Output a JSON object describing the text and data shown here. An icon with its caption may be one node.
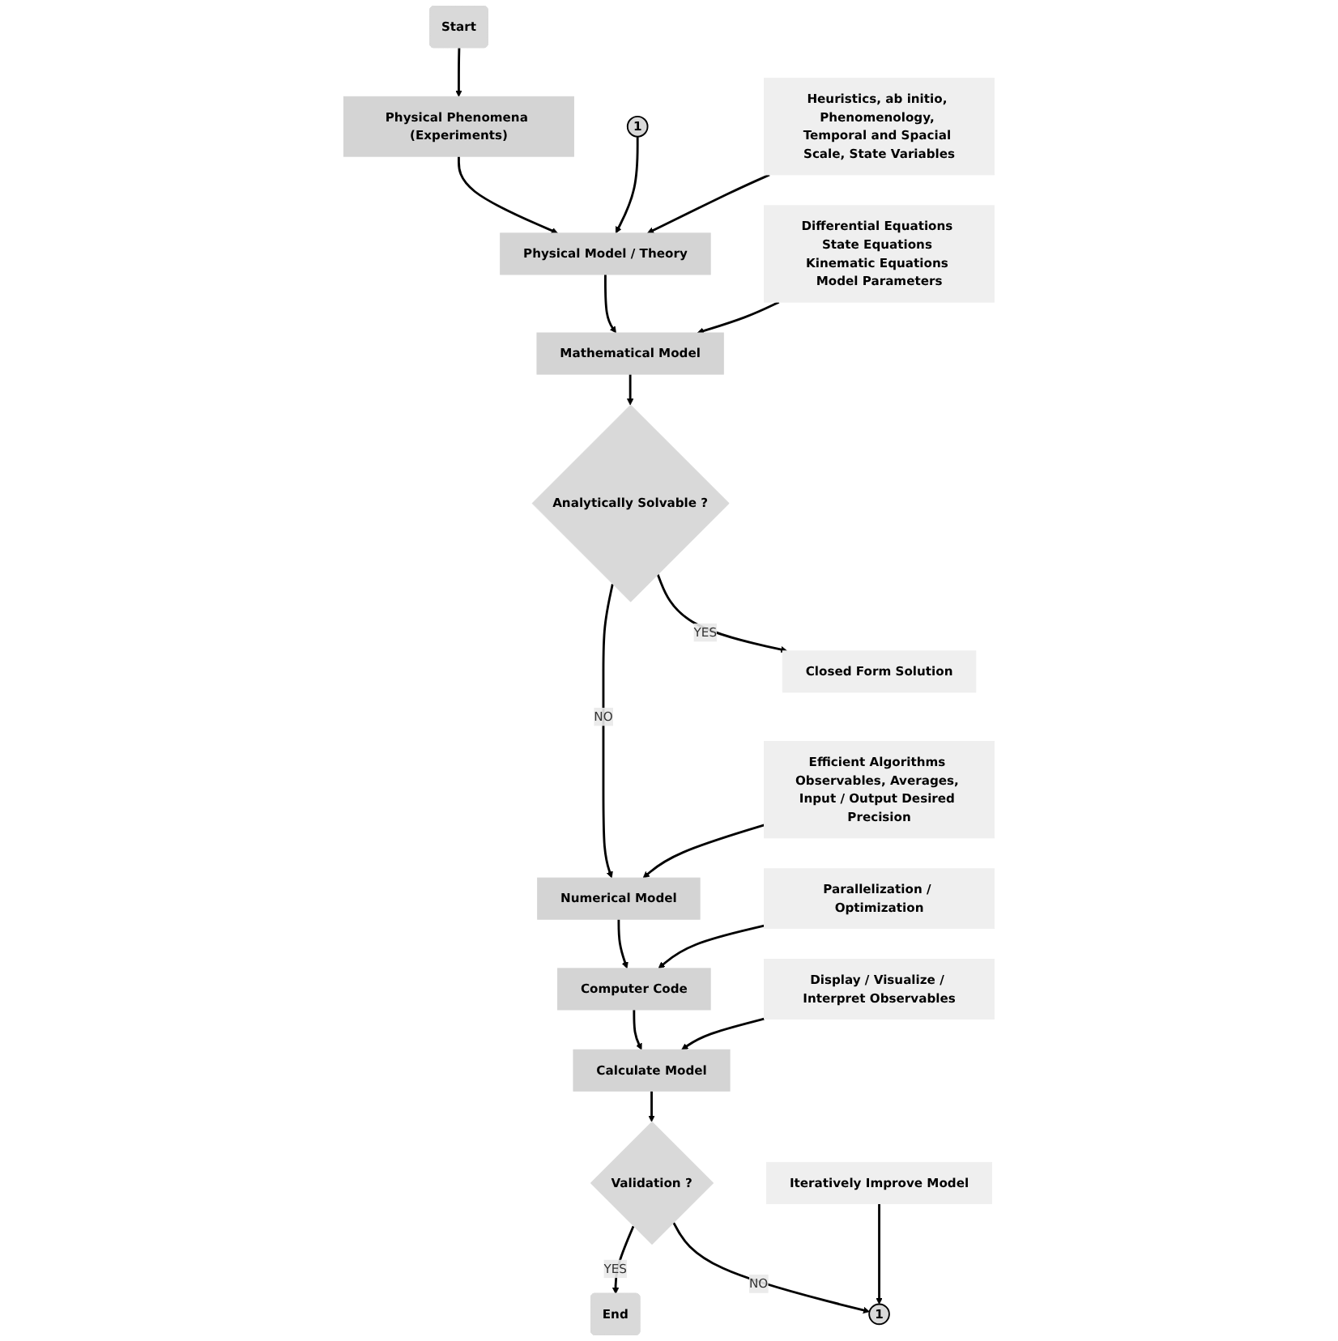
{
  "diagram": {
    "nodes": [
      {
        "text": [
          "Start"
        ]
      },
      {
        "text": [
          "Physical Phenomena (Experiments)"
        ]
      },
      {
        "text": [
          "1"
        ]
      },
      {
        "text": [
          "Physical Model / Theory"
        ]
      },
      {
        "text": [
          "Heuristics, ab initio, Phenomenology, Temporal and Spacial Scale, State Variables"
        ]
      },
      {
        "text": [
          "Mathematical Model"
        ]
      },
      {
        "text": [
          "Differential Equations State Equations Kinematic Equations Model Parameters"
        ]
      },
      {
        "text": [
          "Analytically Solvable ?"
        ]
      },
      {
        "text": [
          "Closed Form Solution"
        ]
      },
      {
        "text": [
          "Numerical Model"
        ]
      },
      {
        "text": [
          "Efficient Algorithms Observables, Averages, Input / Output Desired Precision"
        ]
      },
      {
        "text": [
          "Computer Code"
        ]
      },
      {
        "text": [
          "Parallelization / Optimization"
        ]
      },
      {
        "text": [
          "Calculate Model"
        ]
      },
      {
        "text": [
          "Display / Visualize / Interpret Observables"
        ]
      },
      {
        "text": [
          "Validation ?"
        ]
      },
      {
        "text": [
          "End"
        ]
      },
      {
        "text": [
          "1"
        ]
      },
      {
        "text": [
          "Iteratively Improve Model"
        ]
      }
    ],
    "edges": [
      {
        "from": 0,
        "to": 1,
        "arrow": "to"
      },
      {
        "from": 1,
        "to": 3,
        "arrow": "to"
      },
      {
        "from": 2,
        "to": 3,
        "arrow": "to"
      },
      {
        "from": 4,
        "to": 3,
        "arrow": "to"
      },
      {
        "from": 3,
        "to": 5,
        "arrow": "to"
      },
      {
        "from": 6,
        "to": 5,
        "arrow": "to"
      },
      {
        "from": 5,
        "to": 7,
        "arrow": "to"
      },
      {
        "from": 7,
        "to": 8,
        "arrow": "to",
        "label": "YES"
      },
      {
        "from": 7,
        "to": 9,
        "arrow": "to",
        "label": "NO"
      },
      {
        "from": 10,
        "to": 9,
        "arrow": "to"
      },
      {
        "from": 9,
        "to": 11,
        "arrow": "to"
      },
      {
        "from": 12,
        "to": 11,
        "arrow": "to"
      },
      {
        "from": 11,
        "to": 13,
        "arrow": "to"
      },
      {
        "from": 14,
        "to": 13,
        "arrow": "to"
      },
      {
        "from": 13,
        "to": 15,
        "arrow": "to"
      },
      {
        "from": 15,
        "to": 16,
        "arrow": "to",
        "label": "YES"
      },
      {
        "from": 15,
        "to": 17,
        "arrow": "to",
        "label": "NO"
      },
      {
        "from": 18,
        "to": 17,
        "arrow": "to"
      }
    ]
  }
}
